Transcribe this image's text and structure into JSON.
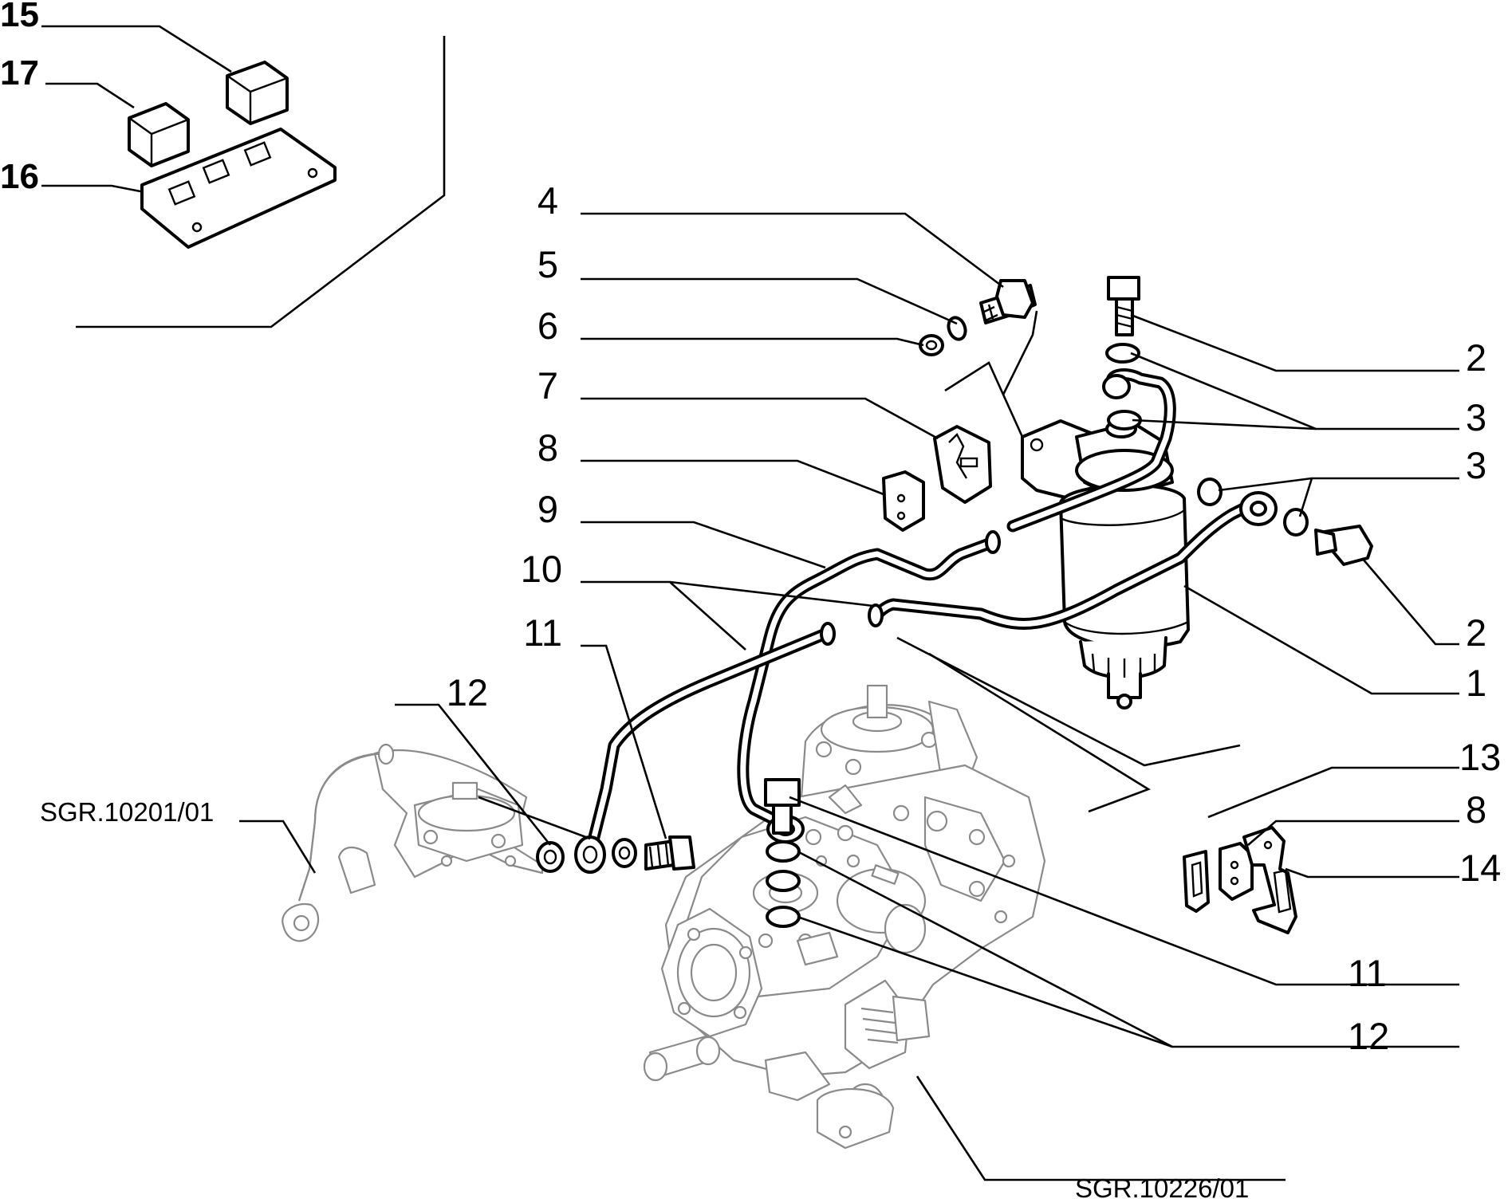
{
  "callouts_left": {
    "c4": "4",
    "c5": "5",
    "c6": "6",
    "c7": "7",
    "c8": "8",
    "c9": "9",
    "c10": "10",
    "c11": "11",
    "c12": "12"
  },
  "callouts_right": {
    "c2a": "2",
    "c3a": "3",
    "c3b": "3",
    "c2b": "2",
    "c1": "1",
    "c13": "13",
    "c8": "8",
    "c14": "14",
    "c11": "11",
    "c12": "12"
  },
  "inset_callouts": {
    "c15": "15",
    "c17": "17",
    "c16": "16"
  },
  "references": {
    "left": "SGR.10201/01",
    "bottom": "SGR.10226/01"
  },
  "colors": {
    "ink": "#000000",
    "ghost": "#8a8a8a",
    "paper": "#ffffff"
  }
}
